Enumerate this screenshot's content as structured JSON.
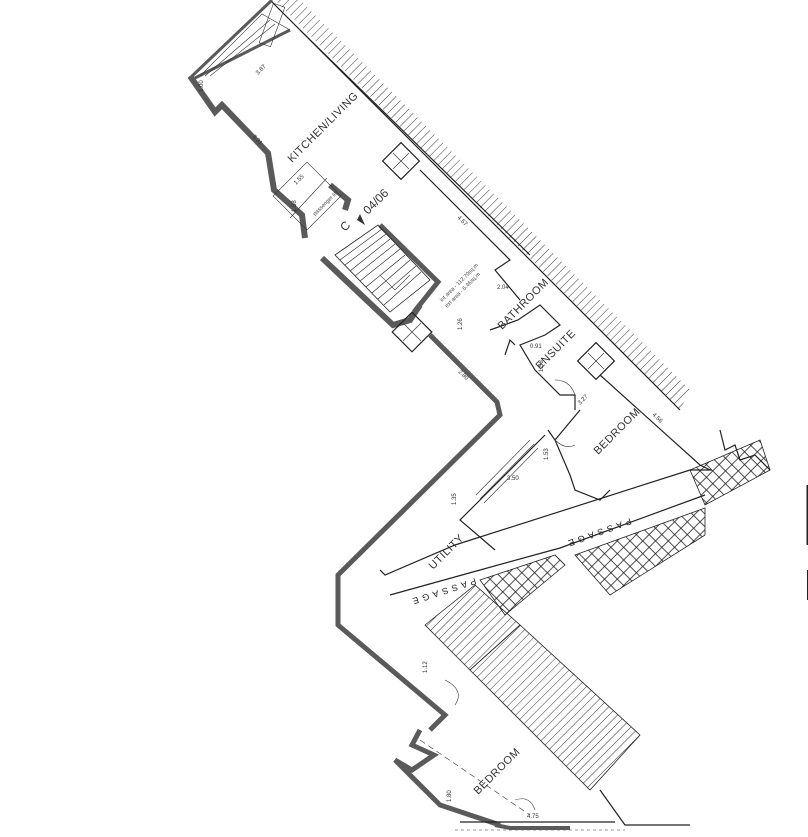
{
  "rooms": {
    "kitchen": "KITCHEN/LIVING",
    "bathroom": "BATHROOM",
    "ensuite": "ENSUITE",
    "bedroom_upper": "BEDROOM",
    "utility": "UTILITY",
    "bedroom_lower": "BEDROOM",
    "lift": "passenger lift"
  },
  "passages": {
    "right": "PASSAGE",
    "left": "PASSAGE"
  },
  "unit": {
    "block": "C",
    "number": "04/06"
  },
  "areas": {
    "internal": "int area - 112.70sq.m",
    "external": "ext area - 6.46sq.m"
  },
  "dimensions": {
    "d1": "1.00",
    "d2": "3.87",
    "d3": "3.31",
    "d4": "1.55",
    "d5": "1.58",
    "d6": "4.57",
    "d7": "2.04",
    "d8": "1.26",
    "d9": "0.91",
    "d10": "1.56",
    "d11": "2.80",
    "d12": "3.27",
    "d13": "4.56",
    "d14": "1.53",
    "d15": "3.50",
    "d16": "1.35",
    "d17": "1.12",
    "d18": "1.80",
    "d19": "4.75"
  }
}
